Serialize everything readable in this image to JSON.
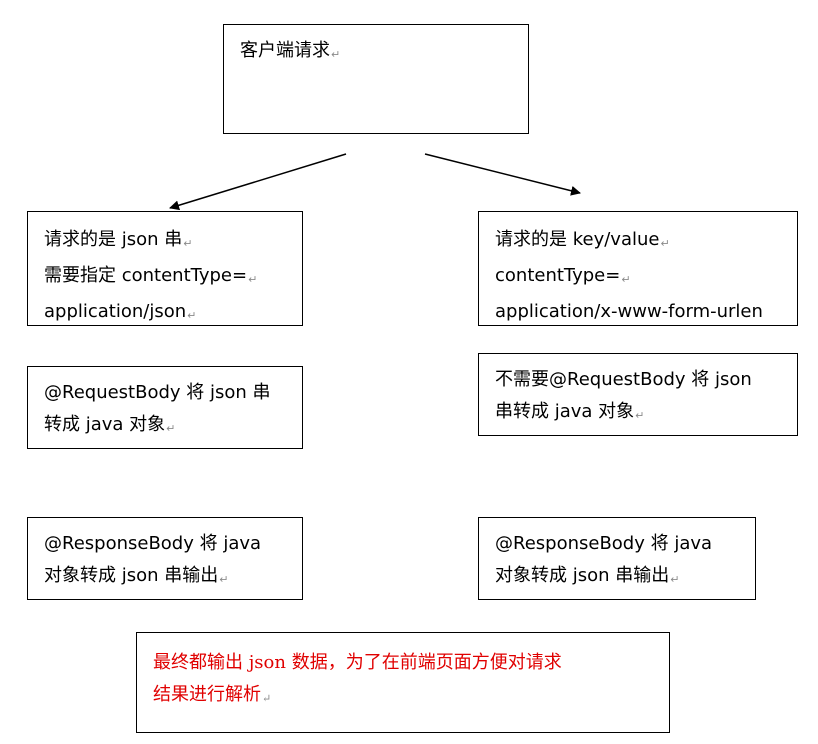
{
  "colors": {
    "border": "#000000",
    "text": "#000000",
    "emphasis": "#e00000",
    "spellcheck": "#d9534f"
  },
  "paragraph_mark": "↵",
  "top": {
    "title": "客户端请求"
  },
  "left": {
    "request": [
      "请求的是 json 串",
      "需要指定 contentType=",
      "application/json"
    ],
    "request_body": [
      "@RequestBody 将 json 串",
      "转成 java 对象"
    ],
    "response_body": [
      "@ResponseBody  将  java",
      "对象转成 json 串输出"
    ]
  },
  "right": {
    "request": [
      "请求的是 key/value",
      "contentType=",
      "application/x-www-form-urlen"
    ],
    "request_body": [
      "不需要@RequestBody 将 json",
      "串转成 java 对象"
    ],
    "response_body": [
      "@ResponseBody  将  java",
      "对象转成 json 串输出"
    ]
  },
  "bottom": {
    "lines": [
      "最终都输出 json 数据，为了在前端页面方便对请求",
      "结果进行解析"
    ]
  }
}
